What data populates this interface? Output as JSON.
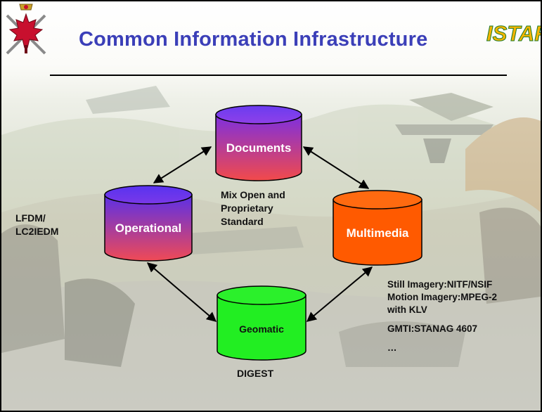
{
  "slide": {
    "title": "Common Information Infrastructure",
    "badge": "ISTAR"
  },
  "colors": {
    "title": "#3b3fb8",
    "documents_top": "#7d2fe0",
    "documents_bottom": "#f24a4a",
    "operational_top": "#5a2fe8",
    "operational_bottom": "#f04a55",
    "multimedia": "#ff5a00",
    "geomatic": "#22ee22",
    "badge": "#f4b400"
  },
  "databases": [
    {
      "id": "documents",
      "label": "Documents"
    },
    {
      "id": "operational",
      "label": "Operational"
    },
    {
      "id": "multimedia",
      "label": "Multimedia"
    },
    {
      "id": "geomatic",
      "label": "Geomatic"
    }
  ],
  "notes": {
    "operational": "LFDM/\nLC2IEDM",
    "documents": "Mix Open and\nProprietary\nStandard",
    "geomatic": "DIGEST",
    "multimedia": [
      "Still Imagery:NITF/NSIF\nMotion Imagery:MPEG-2\nwith KLV",
      "GMTI:STANAG 4607",
      "…"
    ]
  }
}
